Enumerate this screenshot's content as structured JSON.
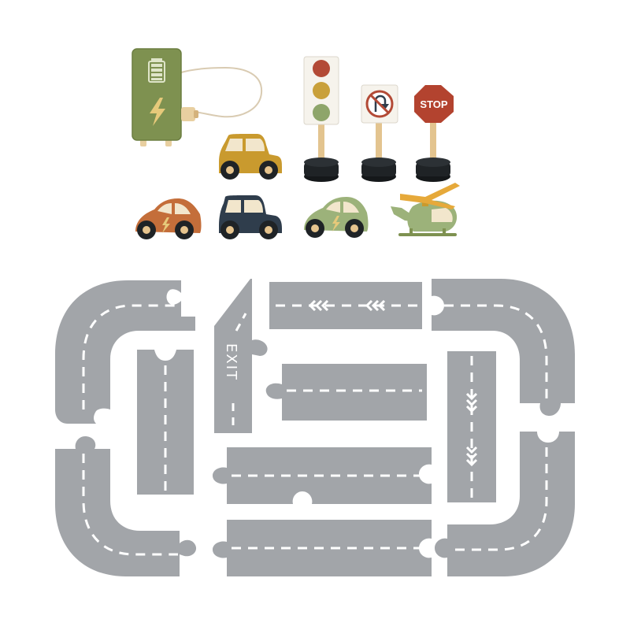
{
  "scene": {
    "background": "#ffffff",
    "colors": {
      "road": "#a2a5a9",
      "road_edge": "#8f9296",
      "road_mark": "#ffffff",
      "charger": "#7e9150",
      "mustard": "#c99a2e",
      "terracotta": "#c46e3a",
      "navy": "#2f3d4c",
      "sage": "#9cb27a",
      "sign_red": "#b3432f",
      "wood": "#e3c48f",
      "base": "#1f2326"
    }
  },
  "items": {
    "charger": {
      "icon": "charging-station-icon"
    },
    "traffic_light": {
      "icon": "traffic-light-icon"
    },
    "no_u_turn_sign": {
      "icon": "no-u-turn-sign-icon"
    },
    "stop_sign": {
      "icon": "stop-sign-icon",
      "text": "STOP"
    },
    "vehicles": [
      {
        "name": "mustard-jeep",
        "icon": "car-icon"
      },
      {
        "name": "terracotta-electric-car",
        "icon": "car-icon"
      },
      {
        "name": "navy-jeep",
        "icon": "car-icon"
      },
      {
        "name": "sage-electric-car",
        "icon": "car-icon"
      },
      {
        "name": "helicopter",
        "icon": "helicopter-icon"
      }
    ]
  },
  "road": {
    "exit_label": "EXIT"
  }
}
